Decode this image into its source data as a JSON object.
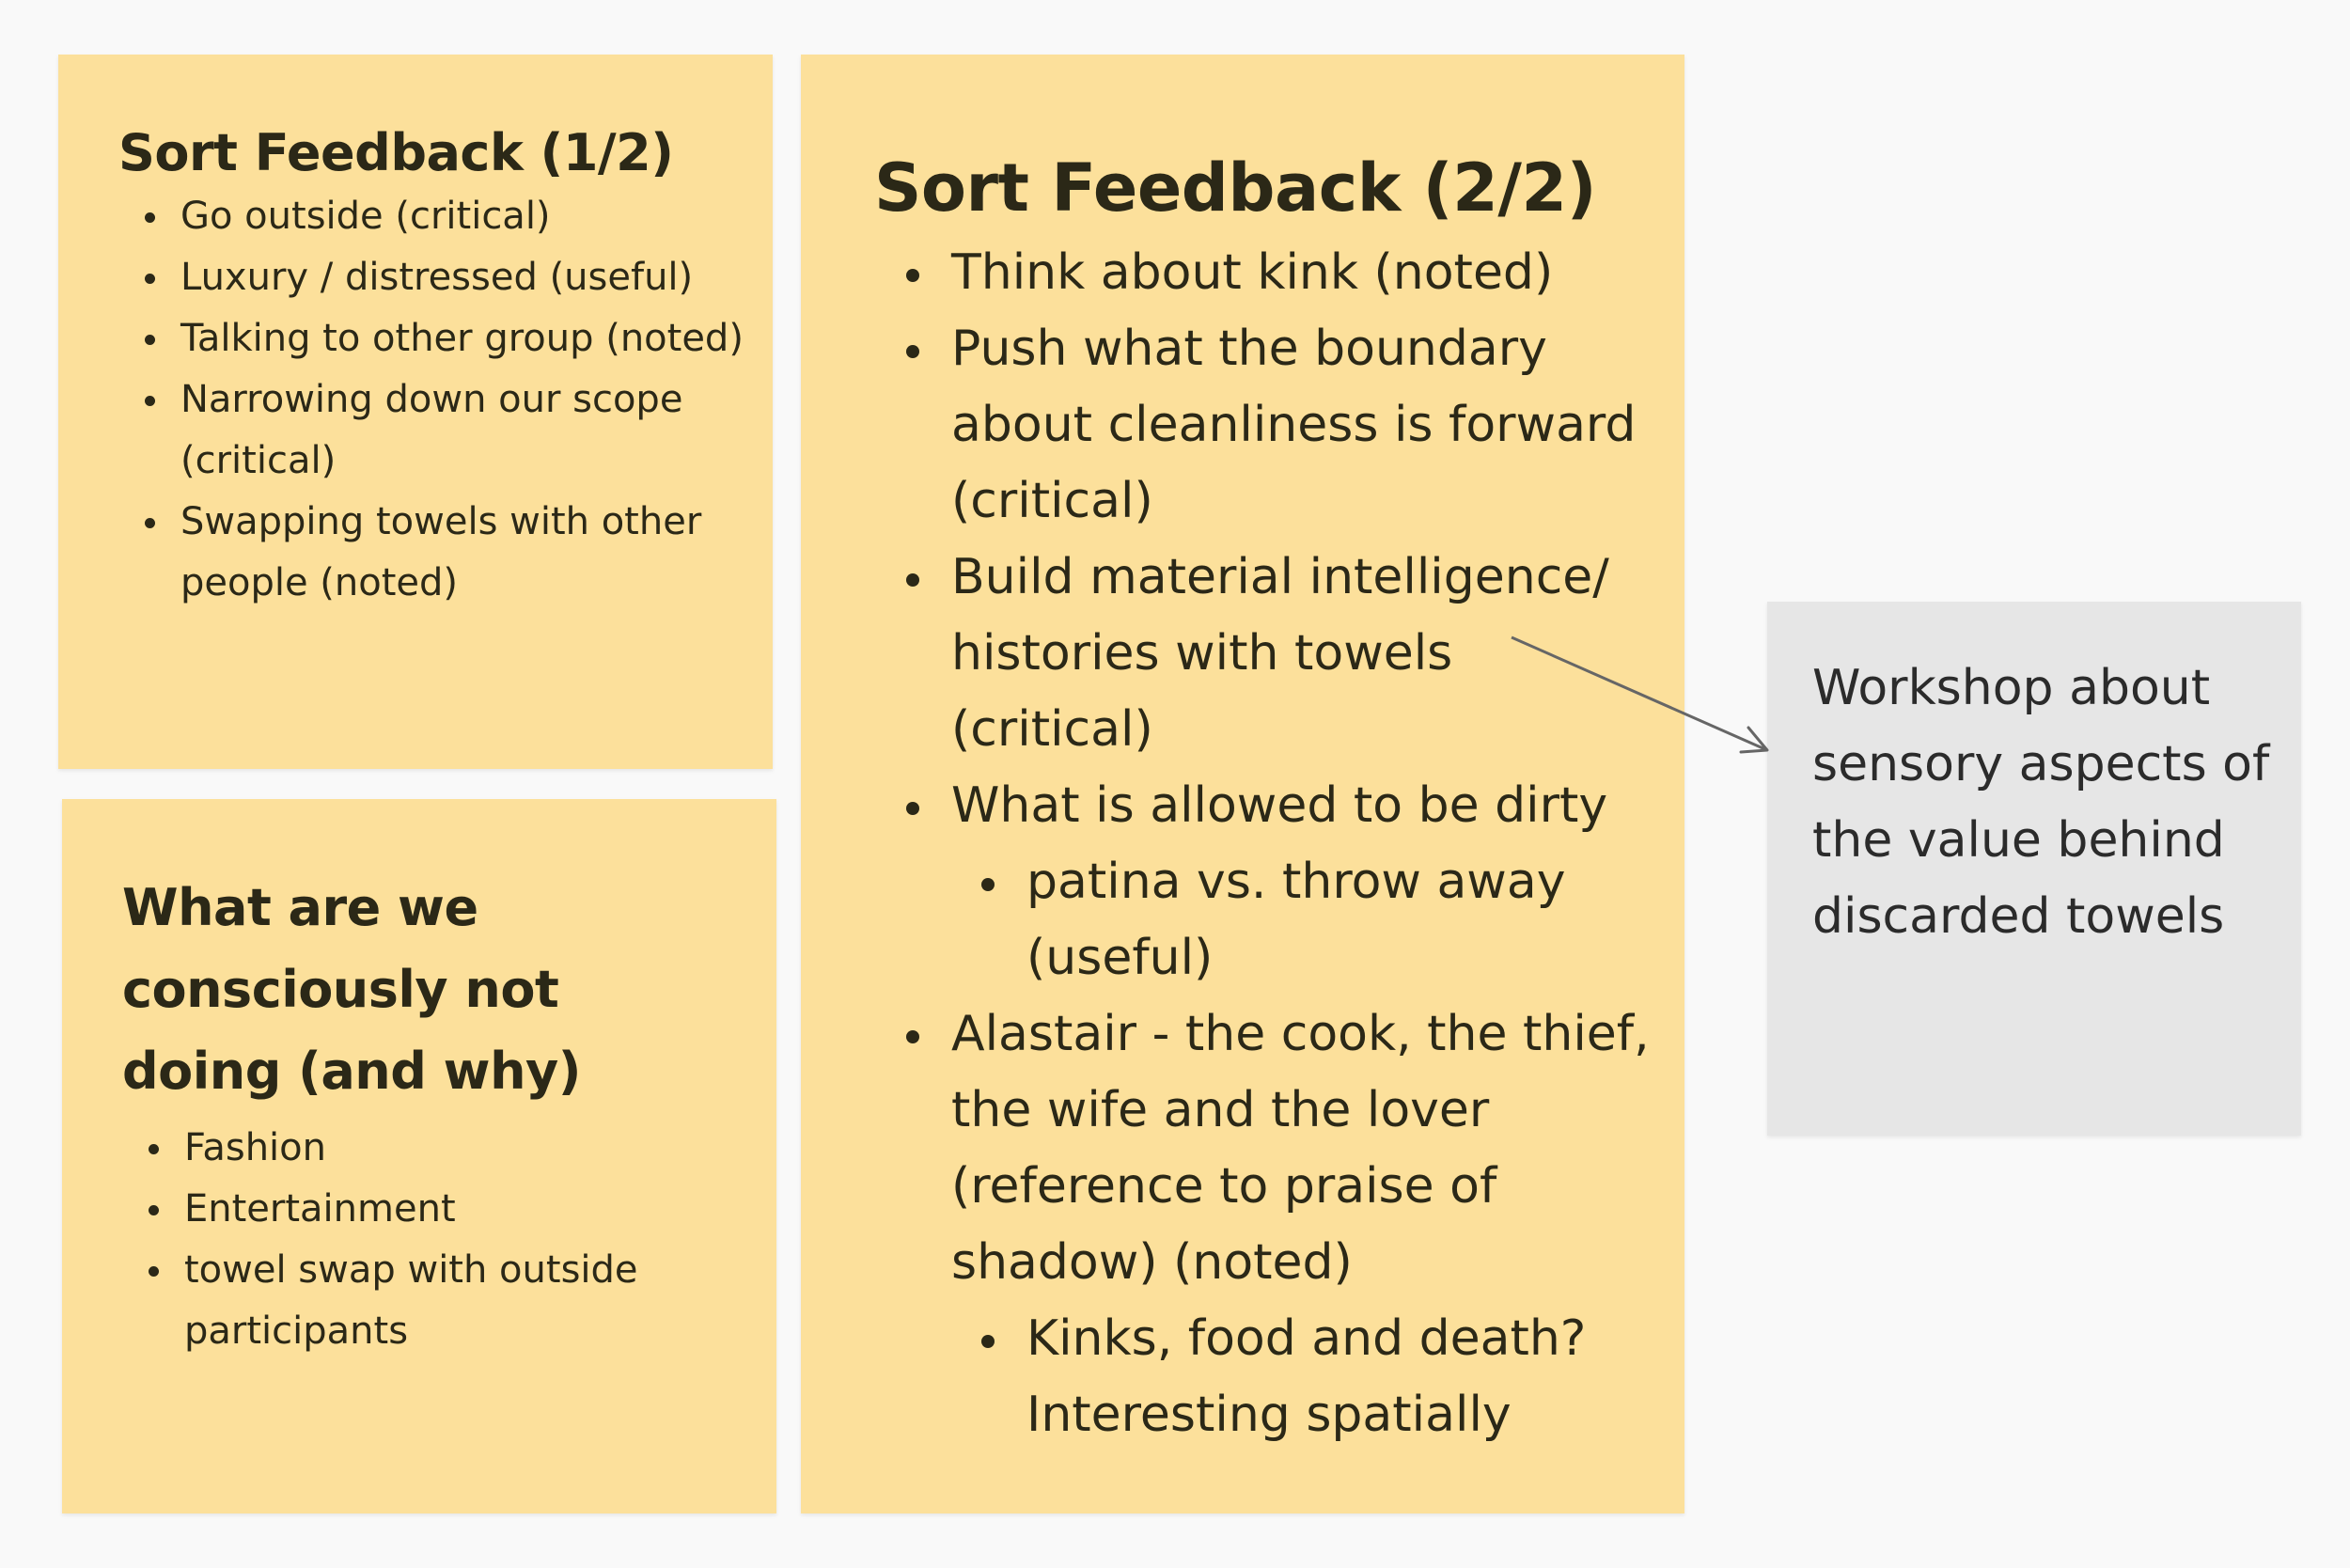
{
  "note1": {
    "title": "Sort Feedback (1/2)",
    "items": [
      "Go outside (critical)",
      "Luxury / distressed (useful)",
      "Talking to other group (noted)",
      "Narrowing down our scope (critical)",
      "Swapping towels with other people (noted)"
    ]
  },
  "note2": {
    "title": "Sort Feedback (2/2)",
    "items": [
      "Think about kink (noted)",
      "Push what the boundary about cleanliness is forward (critical)",
      "Build material intelligence/ histories with towels (critical)",
      "What is allowed to be dirty",
      "patina vs. throw away (useful)",
      "Alastair - the cook, the thief, the wife and the lover (reference to praise of shadow) (noted)",
      "Kinks, food and death? Interesting spatially"
    ]
  },
  "note3": {
    "title": "What are we consciously not doing (and why)",
    "items": [
      "Fashion",
      "Entertainment",
      "towel swap with outside participants"
    ]
  },
  "note4": {
    "body": "Workshop about sensory aspects of the value behind discarded towels"
  },
  "colors": {
    "sticky_yellow": "#fce09b",
    "sticky_gray": "#e6e6e6",
    "canvas": "#f9f9f9",
    "connector": "#666666"
  }
}
